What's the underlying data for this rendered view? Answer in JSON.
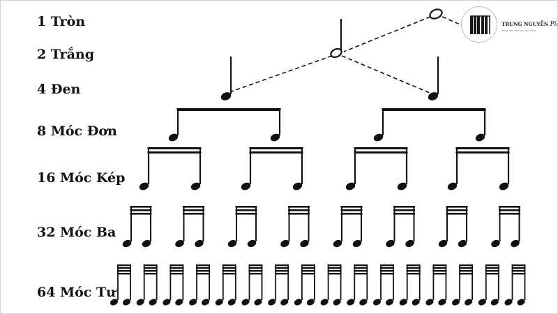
{
  "rows": [
    {
      "label": "1 Tròn",
      "note": "whole"
    },
    {
      "label": "2 Trắng",
      "note": "half"
    },
    {
      "label": "4 Đen",
      "note": "quarter"
    },
    {
      "label": "8 Móc Đơn",
      "note": "eighth"
    },
    {
      "label": "16 Móc Kép",
      "note": "sixteenth"
    },
    {
      "label": "32 Móc Ba",
      "note": "thirty-second"
    },
    {
      "label": "64 Móc Tư",
      "note": "sixty-fourth"
    }
  ],
  "logo": {
    "name": "TRUNG NGUYỄN",
    "name_script": "Piano",
    "tagline": "Nâng tầm cảm xúc âm nhạc"
  },
  "colors": {
    "ink": "#111111",
    "background": "#ffffff"
  }
}
